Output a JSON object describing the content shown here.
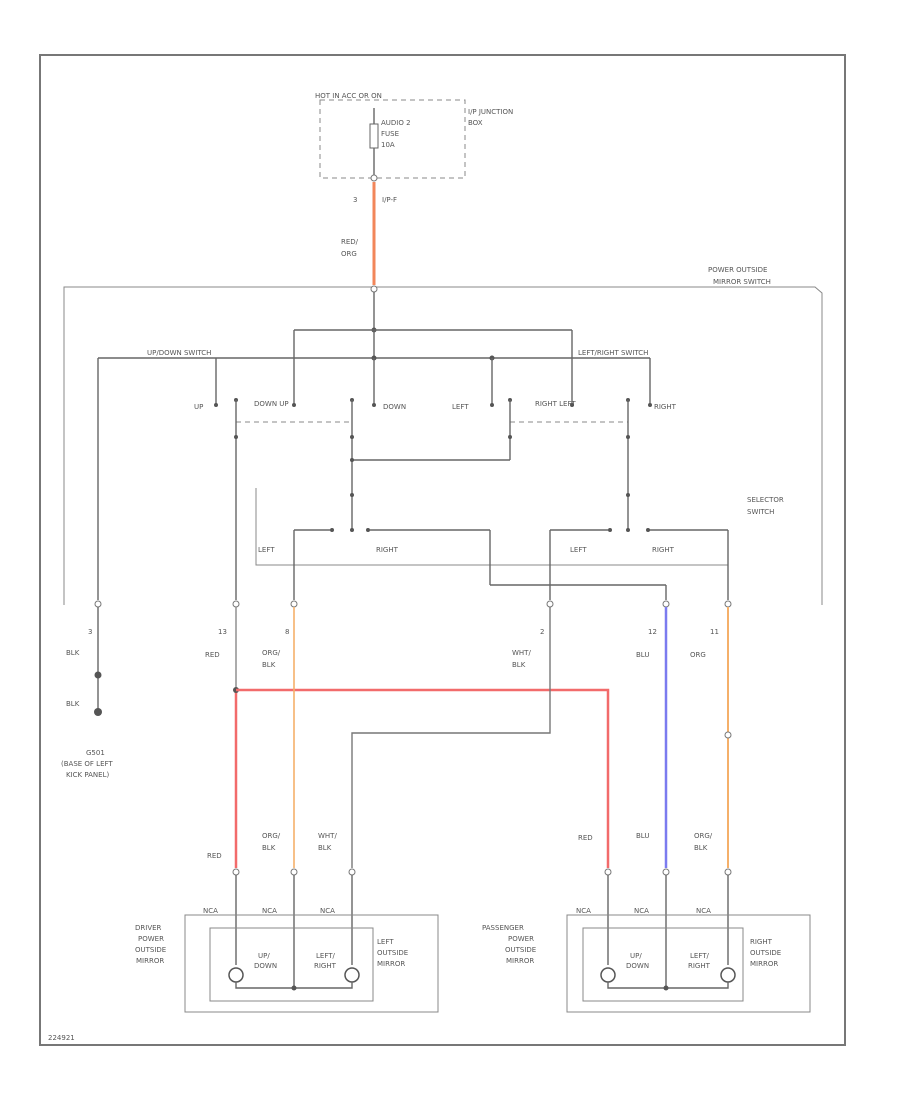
{
  "junction": {
    "hot_label": "HOT IN ACC OR ON",
    "fuse_line1": "AUDIO 2",
    "fuse_line2": "FUSE",
    "fuse_line3": "10A",
    "box_line1": "I/P JUNCTION",
    "box_line2": "BOX",
    "pin": "3",
    "connector": "I/P-F"
  },
  "feed_wire": {
    "line1": "RED/",
    "line2": "ORG"
  },
  "switch": {
    "title_line1": "POWER OUTSIDE",
    "title_line2": "MIRROR SWITCH",
    "updown": "UP/DOWN SWITCH",
    "leftright": "LEFT/RIGHT SWITCH",
    "up": "UP",
    "down_up": "DOWN  UP",
    "down": "DOWN",
    "left": "LEFT",
    "right_left": "RIGHT LEFT",
    "right": "RIGHT",
    "selector_line1": "SELECTOR",
    "selector_line2": "SWITCH",
    "sel_left1": "LEFT",
    "sel_right1": "RIGHT",
    "sel_left2": "LEFT",
    "sel_right2": "RIGHT"
  },
  "pins": [
    "3",
    "13",
    "8",
    "2",
    "12",
    "11"
  ],
  "wires_top": [
    {
      "line1": "BLK",
      "line2": ""
    },
    {
      "line1": "RED",
      "line2": ""
    },
    {
      "line1": "ORG/",
      "line2": "BLK"
    },
    {
      "line1": "WHT/",
      "line2": "BLK"
    },
    {
      "line1": "BLU",
      "line2": ""
    },
    {
      "line1": "ORG",
      "line2": ""
    }
  ],
  "ground": {
    "wire": "BLK",
    "id": "G501",
    "loc_line1": "(BASE OF LEFT",
    "loc_line2": "KICK PANEL)"
  },
  "wires_bottom": [
    {
      "line1": "RED",
      "line2": ""
    },
    {
      "line1": "ORG/",
      "line2": "BLK"
    },
    {
      "line1": "WHT/",
      "line2": "BLK"
    },
    {
      "line1": "RED",
      "line2": ""
    },
    {
      "line1": "BLU",
      "line2": ""
    },
    {
      "line1": "ORG/",
      "line2": "BLK"
    }
  ],
  "connector_pins": [
    "NCA",
    "NCA",
    "NCA",
    "NCA",
    "NCA",
    "NCA"
  ],
  "driver_mirror": {
    "line1": "DRIVER",
    "line2": "POWER",
    "line3": "OUTSIDE",
    "line4": "MIRROR",
    "motor1_line1": "UP/",
    "motor1_line2": "DOWN",
    "motor2_line1": "LEFT/",
    "motor2_line2": "RIGHT",
    "side_line1": "LEFT",
    "side_line2": "OUTSIDE",
    "side_line3": "MIRROR"
  },
  "passenger_mirror": {
    "line1": "PASSENGER",
    "line2": "POWER",
    "line3": "OUTSIDE",
    "line4": "MIRROR",
    "motor1_line1": "UP/",
    "motor1_line2": "DOWN",
    "motor2_line1": "LEFT/",
    "motor2_line2": "RIGHT",
    "side_line1": "RIGHT",
    "side_line2": "OUTSIDE",
    "side_line3": "MIRROR"
  },
  "diagram_id": "224921",
  "colors": {
    "red": "#f26b6b",
    "blue": "#7b7bef",
    "orange": "#f5b06a",
    "line": "#666666"
  }
}
